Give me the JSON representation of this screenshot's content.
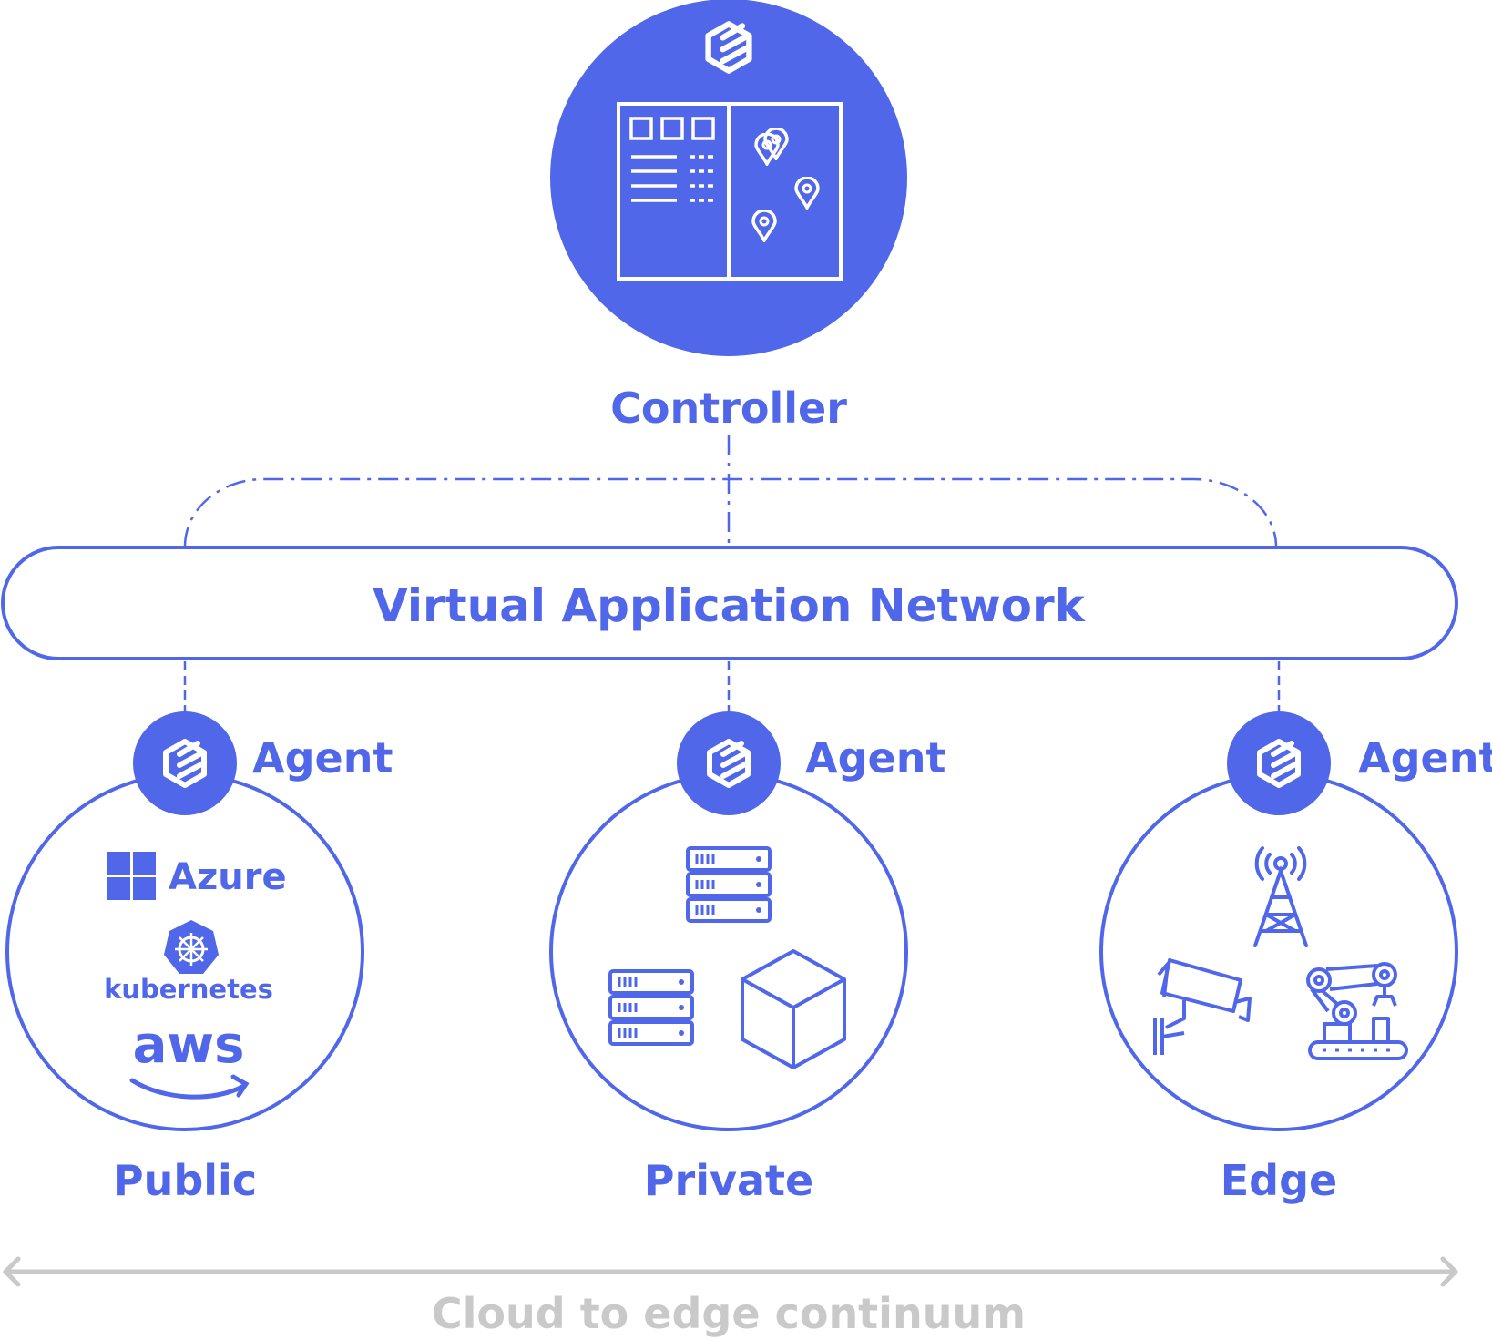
{
  "colors": {
    "accent": "#5067E9",
    "muted": "#C9C9C9",
    "background": "#FFFFFF"
  },
  "controller": {
    "label": "Controller",
    "icon": "controller-dashboard-icon"
  },
  "network": {
    "label": "Virtual Application Network"
  },
  "agents": [
    {
      "agent_label": "Agent",
      "zone_label": "Public",
      "logos": {
        "azure": "Azure",
        "kubernetes": "kubernetes",
        "aws": "aws"
      }
    },
    {
      "agent_label": "Agent",
      "zone_label": "Private",
      "icons": [
        "server-rack-icon",
        "server-rack-icon",
        "cube-icon"
      ]
    },
    {
      "agent_label": "Agent",
      "zone_label": "Edge",
      "icons": [
        "cell-tower-icon",
        "security-camera-icon",
        "robot-arm-icon"
      ]
    }
  ],
  "continuum": {
    "label": "Cloud to edge continuum"
  }
}
